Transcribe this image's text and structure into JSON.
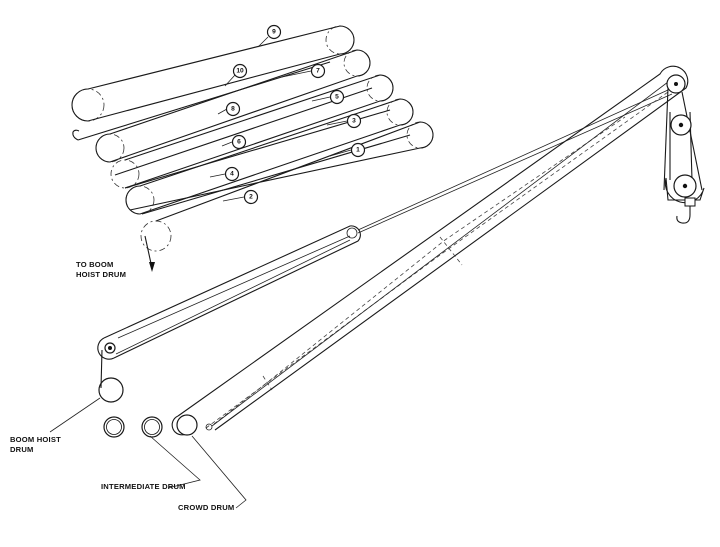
{
  "labels": {
    "to_boom_hoist_drum_line1": "TO BOOM",
    "to_boom_hoist_drum_line2": "HOIST DRUM",
    "boom_hoist_drum_line1": "BOOM HOIST",
    "boom_hoist_drum_line2": "DRUM",
    "intermediate_drum": "INTERMEDIATE DRUM",
    "crowd_drum": "CROWD DRUM"
  },
  "rope_part_numbers": [
    "1",
    "2",
    "3",
    "4",
    "5",
    "6",
    "7",
    "8",
    "9",
    "10"
  ],
  "colors": {
    "ink": "#1a1a1a",
    "background": "#ffffff"
  }
}
